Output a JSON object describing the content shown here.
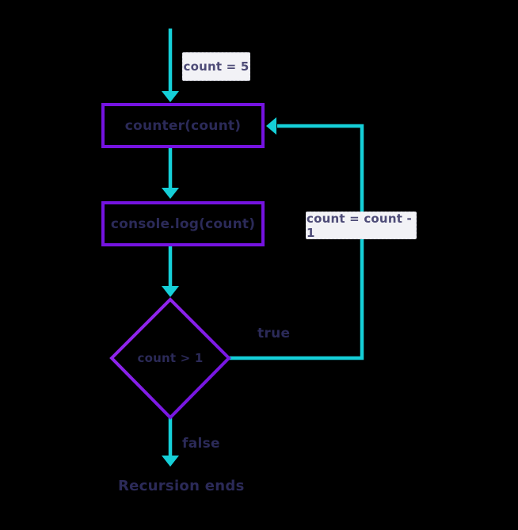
{
  "colors": {
    "bg": "#000000",
    "arrow": "#15cfd8",
    "node_border": "#7513e0",
    "text": "#2b2a58",
    "label_bg": "#f2f2f6",
    "label_border": "#d9dae5",
    "label_text": "#4e4c78",
    "diamond_grad_start": "#9b2bf2",
    "diamond_grad_end": "#6d10dd"
  },
  "nodes": {
    "start_value_label": "count = 5",
    "counter_label": "counter(count)",
    "console_label": "console.log(count)",
    "decision_label": "count > 1",
    "decrement_label": "count = count - 1",
    "true_label": "true",
    "false_label": "false",
    "end_label": "Recursion ends"
  }
}
